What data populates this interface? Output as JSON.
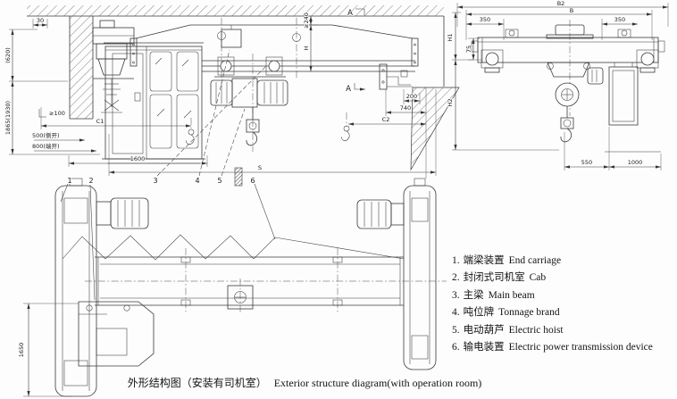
{
  "views": {
    "elevation": {
      "dims": {
        "gap30": "30",
        "h620": "(620)",
        "h1865": "1865(1930)",
        "ge100": "≥100",
        "c1": "C1",
        "open500": "500(侧开)",
        "open800": "800(端开)",
        "w1600": "1600",
        "ge240": "≥240",
        "beam_h": "H",
        "d200": "200",
        "d740": "740",
        "c2": "C2",
        "span": "S"
      },
      "section_marker": "A"
    },
    "end_view": {
      "dims": {
        "b2": "B2",
        "b": "B",
        "l350": "350",
        "r350": "350",
        "v75": "75",
        "h1": "H1",
        "h2": "H2",
        "d550": "550",
        "d1000": "1000"
      }
    },
    "plan": {
      "dims": {
        "d1650": "1650"
      },
      "callouts": [
        "1",
        "2",
        "3",
        "4",
        "5",
        "6"
      ]
    }
  },
  "legend": {
    "items": [
      {
        "num": "1.",
        "zh": "端梁装置",
        "en": "End carriage"
      },
      {
        "num": "2.",
        "zh": "封闭式司机室",
        "en": "Cab"
      },
      {
        "num": "3.",
        "zh": "主梁",
        "en": "Main beam"
      },
      {
        "num": "4.",
        "zh": "吨位牌",
        "en": "Tonnage brand"
      },
      {
        "num": "5.",
        "zh": "电动葫芦",
        "en": "Electric hoist"
      },
      {
        "num": "6.",
        "zh": "输电装置",
        "en": "Electric power transmission device"
      }
    ]
  },
  "caption": {
    "zh": "外形结构图（安装有司机室）",
    "en": "Exterior structure diagram(with operation room)"
  },
  "colors": {
    "ink": "#3a3a3a",
    "paper": "#fdfdfd"
  }
}
